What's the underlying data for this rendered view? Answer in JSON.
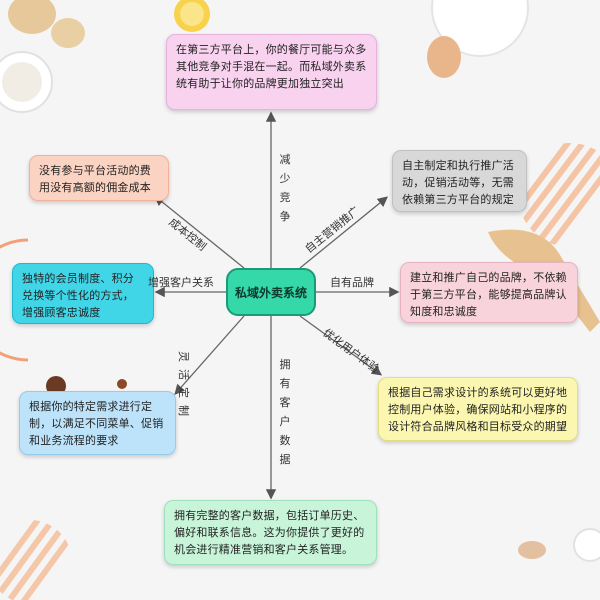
{
  "center": {
    "label": "私域外卖系统"
  },
  "nodes": {
    "top": "在第三方平台上，你的餐厅可能与众多其他竞争对手混在一起。而私域外卖系统有助于让你的品牌更加独立突出",
    "upper_left": "没有参与平台活动的费用没有高额的佣金成本",
    "upper_right": "自主制定和执行推广活动，促销活动等，无需依赖第三方平台的规定",
    "left": "独特的会员制度、积分兑换等个性化的方式，增强顾客忠诚度",
    "right": "建立和推广自己的品牌，不依赖于第三方平台，能够提高品牌认知度和忠诚度",
    "lower_left": "根据你的特定需求进行定制，以满足不同菜单、促销和业务流程的要求",
    "lower_right": "根据自己需求设计的系统可以更好地控制用户体验，确保网站和小程序的设计符合品牌风格和目标受众的期望",
    "bottom": "拥有完整的客户数据，包括订单历史、偏好和联系信息。这为你提供了更好的机会进行精准营销和客户关系管理。"
  },
  "edges": {
    "top": "减少竞争",
    "upper_left": "成本控制",
    "upper_right": "自主营销推广",
    "left": "增强客户关系",
    "right": "自有品牌",
    "lower_left": "灵活定制",
    "lower_right": "优化用户体验",
    "bottom": "拥有客户数据"
  },
  "colors": {
    "center": "#34d8a9",
    "top": "#f8d2ef",
    "upper_left": "#fbd3c2",
    "upper_right": "#d8d8d8",
    "left": "#40d6e8",
    "right": "#f9d3db",
    "lower_left": "#bde3fb",
    "lower_right": "#fbf7b0",
    "bottom": "#c8f5d9"
  }
}
